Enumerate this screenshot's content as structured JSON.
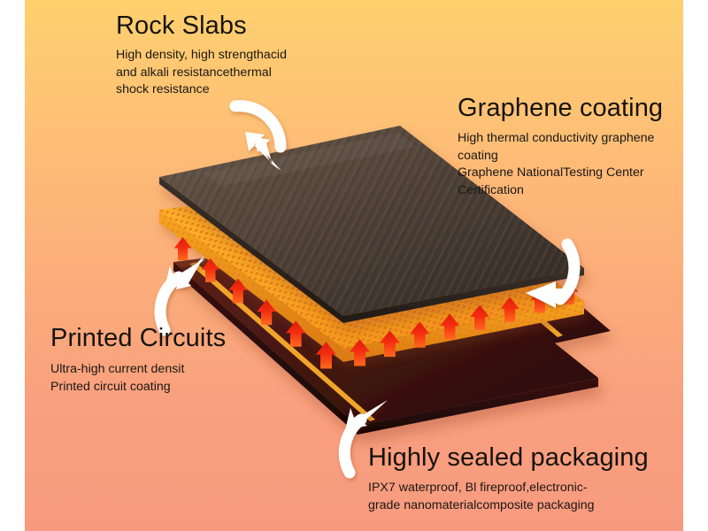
{
  "meta": {
    "graphic_title": "Layered heating panel exploded view",
    "background_gradient_top": "#ffd06e",
    "background_gradient_bottom": "#f89a7f"
  },
  "callouts": [
    {
      "id": "rock-slabs",
      "title": "Rock Slabs",
      "body_lines": [
        "High density, high strengthacid",
        "and alkali resistancethermal",
        "shock resistance"
      ]
    },
    {
      "id": "graphene-coating",
      "title": "Graphene coating",
      "body_lines": [
        "High thermal conductivity graphene",
        "coating",
        "Graphene NationalTesting Center",
        "Certification"
      ]
    },
    {
      "id": "printed-circuits",
      "title": "Printed Circuits",
      "body_lines": [
        "Ultra-high current densit",
        "Printed circuit coating"
      ]
    },
    {
      "id": "highly-sealed-packaging",
      "title": "Highly sealed packaging",
      "body_lines": [
        "IPX7 waterproof, Bl fireproof,electronic-",
        "grade nanomaterialcomposite packaging"
      ]
    }
  ],
  "layers": [
    {
      "id": "rock-slab-layer",
      "name": "Rock slab top panel",
      "color_light": "#6b5a4b",
      "color_dark": "#2e2722",
      "texture": "wood-grain"
    },
    {
      "id": "graphene-honeycomb-layer",
      "name": "Graphene honeycomb coating",
      "color_light": "#f9a825",
      "color_dark": "#e2761a",
      "texture": "honeycomb"
    },
    {
      "id": "printed-circuit-strip",
      "name": "Printed circuit gold strip",
      "color": "#f0a52c"
    },
    {
      "id": "sealed-packaging-layer",
      "name": "Sealed packaging base",
      "color_light": "#5a2018",
      "color_dark": "#2a0d0a"
    }
  ],
  "indicators": {
    "heat_arrow_color": "#ee2d12",
    "heat_arrow_count": 14,
    "callout_arrow_color": "#ffffff",
    "callout_arrows": [
      {
        "id": "arrow-to-rock-slab",
        "points_to": "rock-slab-layer"
      },
      {
        "id": "arrow-to-graphene",
        "points_to": "graphene-honeycomb-layer"
      },
      {
        "id": "arrow-to-circuits",
        "points_to": "printed-circuit-strip"
      },
      {
        "id": "arrow-to-packaging",
        "points_to": "sealed-packaging-layer"
      }
    ]
  }
}
